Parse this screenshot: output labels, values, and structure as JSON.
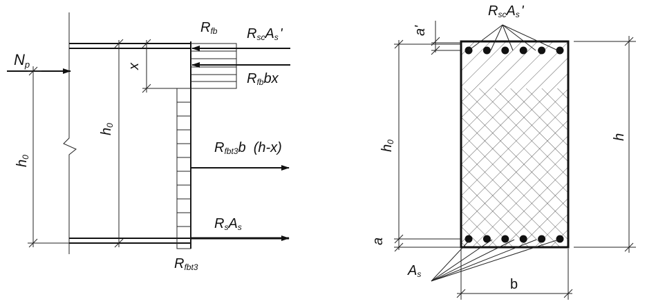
{
  "left_diagram": {
    "label_np": "N",
    "label_np_sub": "p",
    "label_rfb": "R",
    "label_rfb_sub": "fb",
    "label_rsc": "R",
    "label_rsc_sub": "sc",
    "label_rsc_as": "A",
    "label_rsc_as_sub": "s",
    "label_rsc_prime": "'",
    "label_x": "x",
    "label_rfbbx": "R",
    "label_rfbbx_sub": "fb",
    "label_rfbbx_tail": "bx",
    "label_h0_inner": "h",
    "label_h0_inner_sub": "0",
    "label_h0_outer": "h",
    "label_h0_outer_sub": "0",
    "label_rfbt3b": "R",
    "label_rfbt3b_sub": "fbt3",
    "label_rfbt3b_tail": "b  (h-x)",
    "label_rsas": "R",
    "label_rsas_sub": "s",
    "label_rsas_tail": "A",
    "label_rsas_tail_sub": "s",
    "label_rfbt3": "R",
    "label_rfbt3_sub": "fbt3"
  },
  "right_diagram": {
    "label_rsc": "R",
    "label_rsc_sub": "sc",
    "label_rsc_as": "A",
    "label_rsc_as_sub": "s",
    "label_rsc_prime": "'",
    "label_a_prime": "a'",
    "label_h0": "h",
    "label_h0_sub": "0",
    "label_h": "h",
    "label_a": "a",
    "label_as": "A",
    "label_as_sub": "s",
    "label_b": "b",
    "top_bar_count": 6,
    "bottom_bar_count": 6
  }
}
